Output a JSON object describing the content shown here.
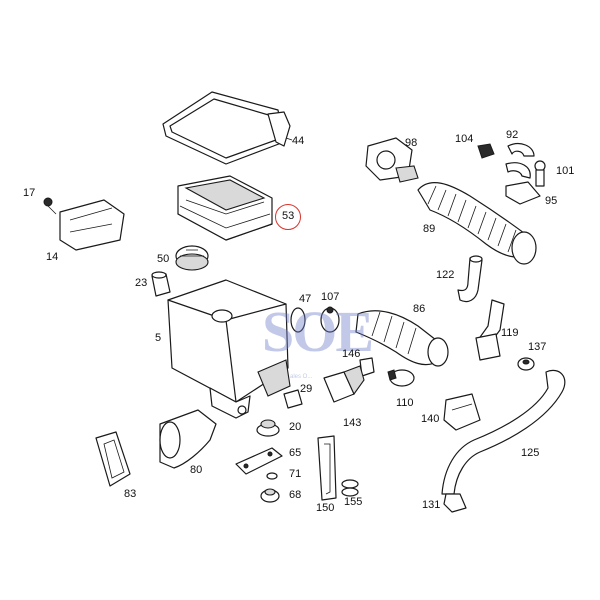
{
  "watermark": {
    "logo_text": "SOE",
    "sub_text": "ales O..."
  },
  "highlight_color": "#d9342b",
  "callouts": {
    "p44": "44",
    "p98": "98",
    "p104": "104",
    "p92": "92",
    "p101": "101",
    "p95": "95",
    "p17": "17",
    "p53": "53",
    "p89": "89",
    "p14": "14",
    "p50": "50",
    "p122": "122",
    "p23": "23",
    "p47": "47",
    "p107": "107",
    "p86": "86",
    "p5": "5",
    "p119": "119",
    "p137": "137",
    "p146": "146",
    "p29": "29",
    "p110": "110",
    "p140": "140",
    "p143": "143",
    "p20": "20",
    "p125": "125",
    "p65": "65",
    "p80": "80",
    "p71": "71",
    "p83": "83",
    "p68": "68",
    "p150": "150",
    "p155": "155",
    "p131": "131"
  }
}
